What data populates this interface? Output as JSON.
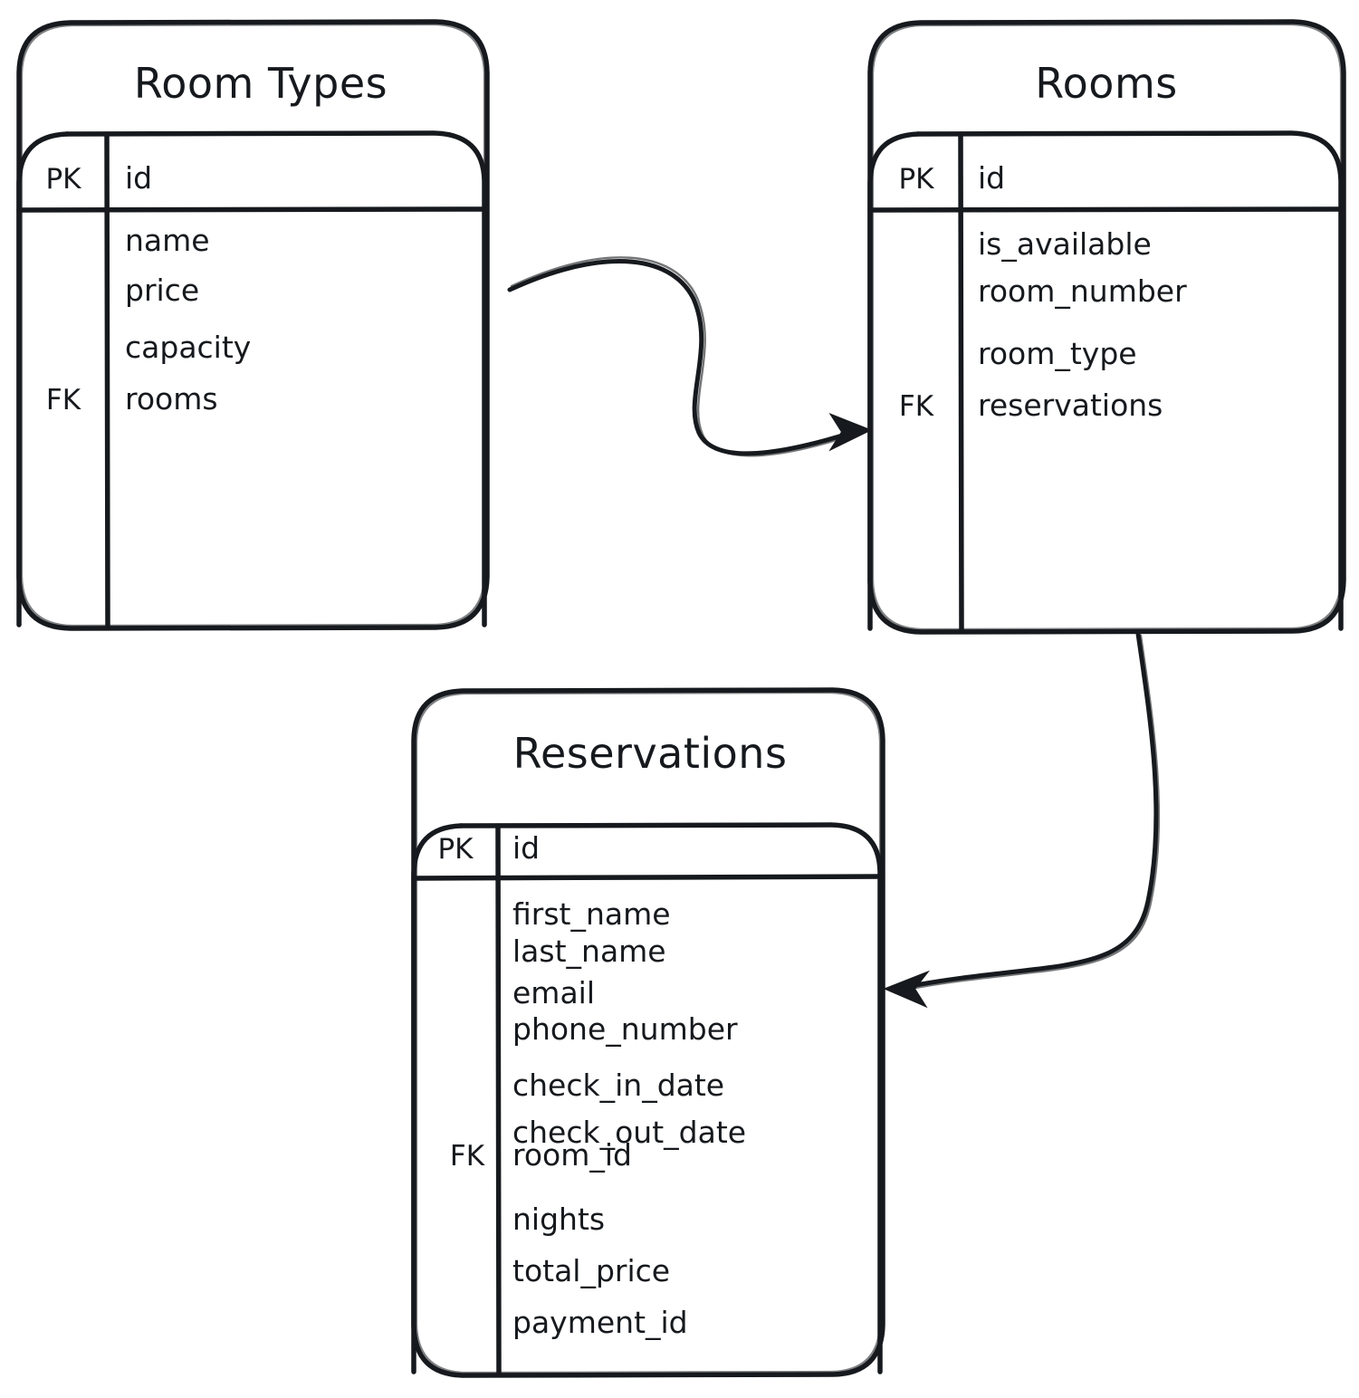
{
  "diagram": {
    "type": "entity-relationship-diagram",
    "style": "hand-drawn",
    "background_color": "#ffffff",
    "stroke_color": "#16191d",
    "entities": [
      {
        "id": "room-types",
        "title": "Room Types",
        "primary_key": {
          "key_label": "PK",
          "field": "id"
        },
        "foreign_key_label": "FK",
        "fields": [
          "name",
          "price",
          "capacity",
          "rooms"
        ],
        "foreign_key_field": "rooms"
      },
      {
        "id": "rooms",
        "title": "Rooms",
        "primary_key": {
          "key_label": "PK",
          "field": "id"
        },
        "foreign_key_label": "FK",
        "fields": [
          "is_available",
          "room_number",
          "room_type",
          "reservations"
        ],
        "foreign_key_field": "reservations"
      },
      {
        "id": "reservations",
        "title": "Reservations",
        "primary_key": {
          "key_label": "PK",
          "field": "id"
        },
        "foreign_key_label": "FK",
        "fields": [
          "first_name",
          "last_name",
          "email",
          "phone_number",
          "check_in_date",
          "check_out_date",
          "room_id",
          "nights",
          "total_price",
          "payment_id"
        ],
        "foreign_key_field": "room_id"
      }
    ],
    "relationships": [
      {
        "id": "rel-roomtypes-rooms",
        "from": "room-types",
        "to": "rooms",
        "arrow": "single-head"
      },
      {
        "id": "rel-rooms-reservations",
        "from": "rooms",
        "to": "reservations",
        "arrow": "single-head"
      }
    ]
  }
}
